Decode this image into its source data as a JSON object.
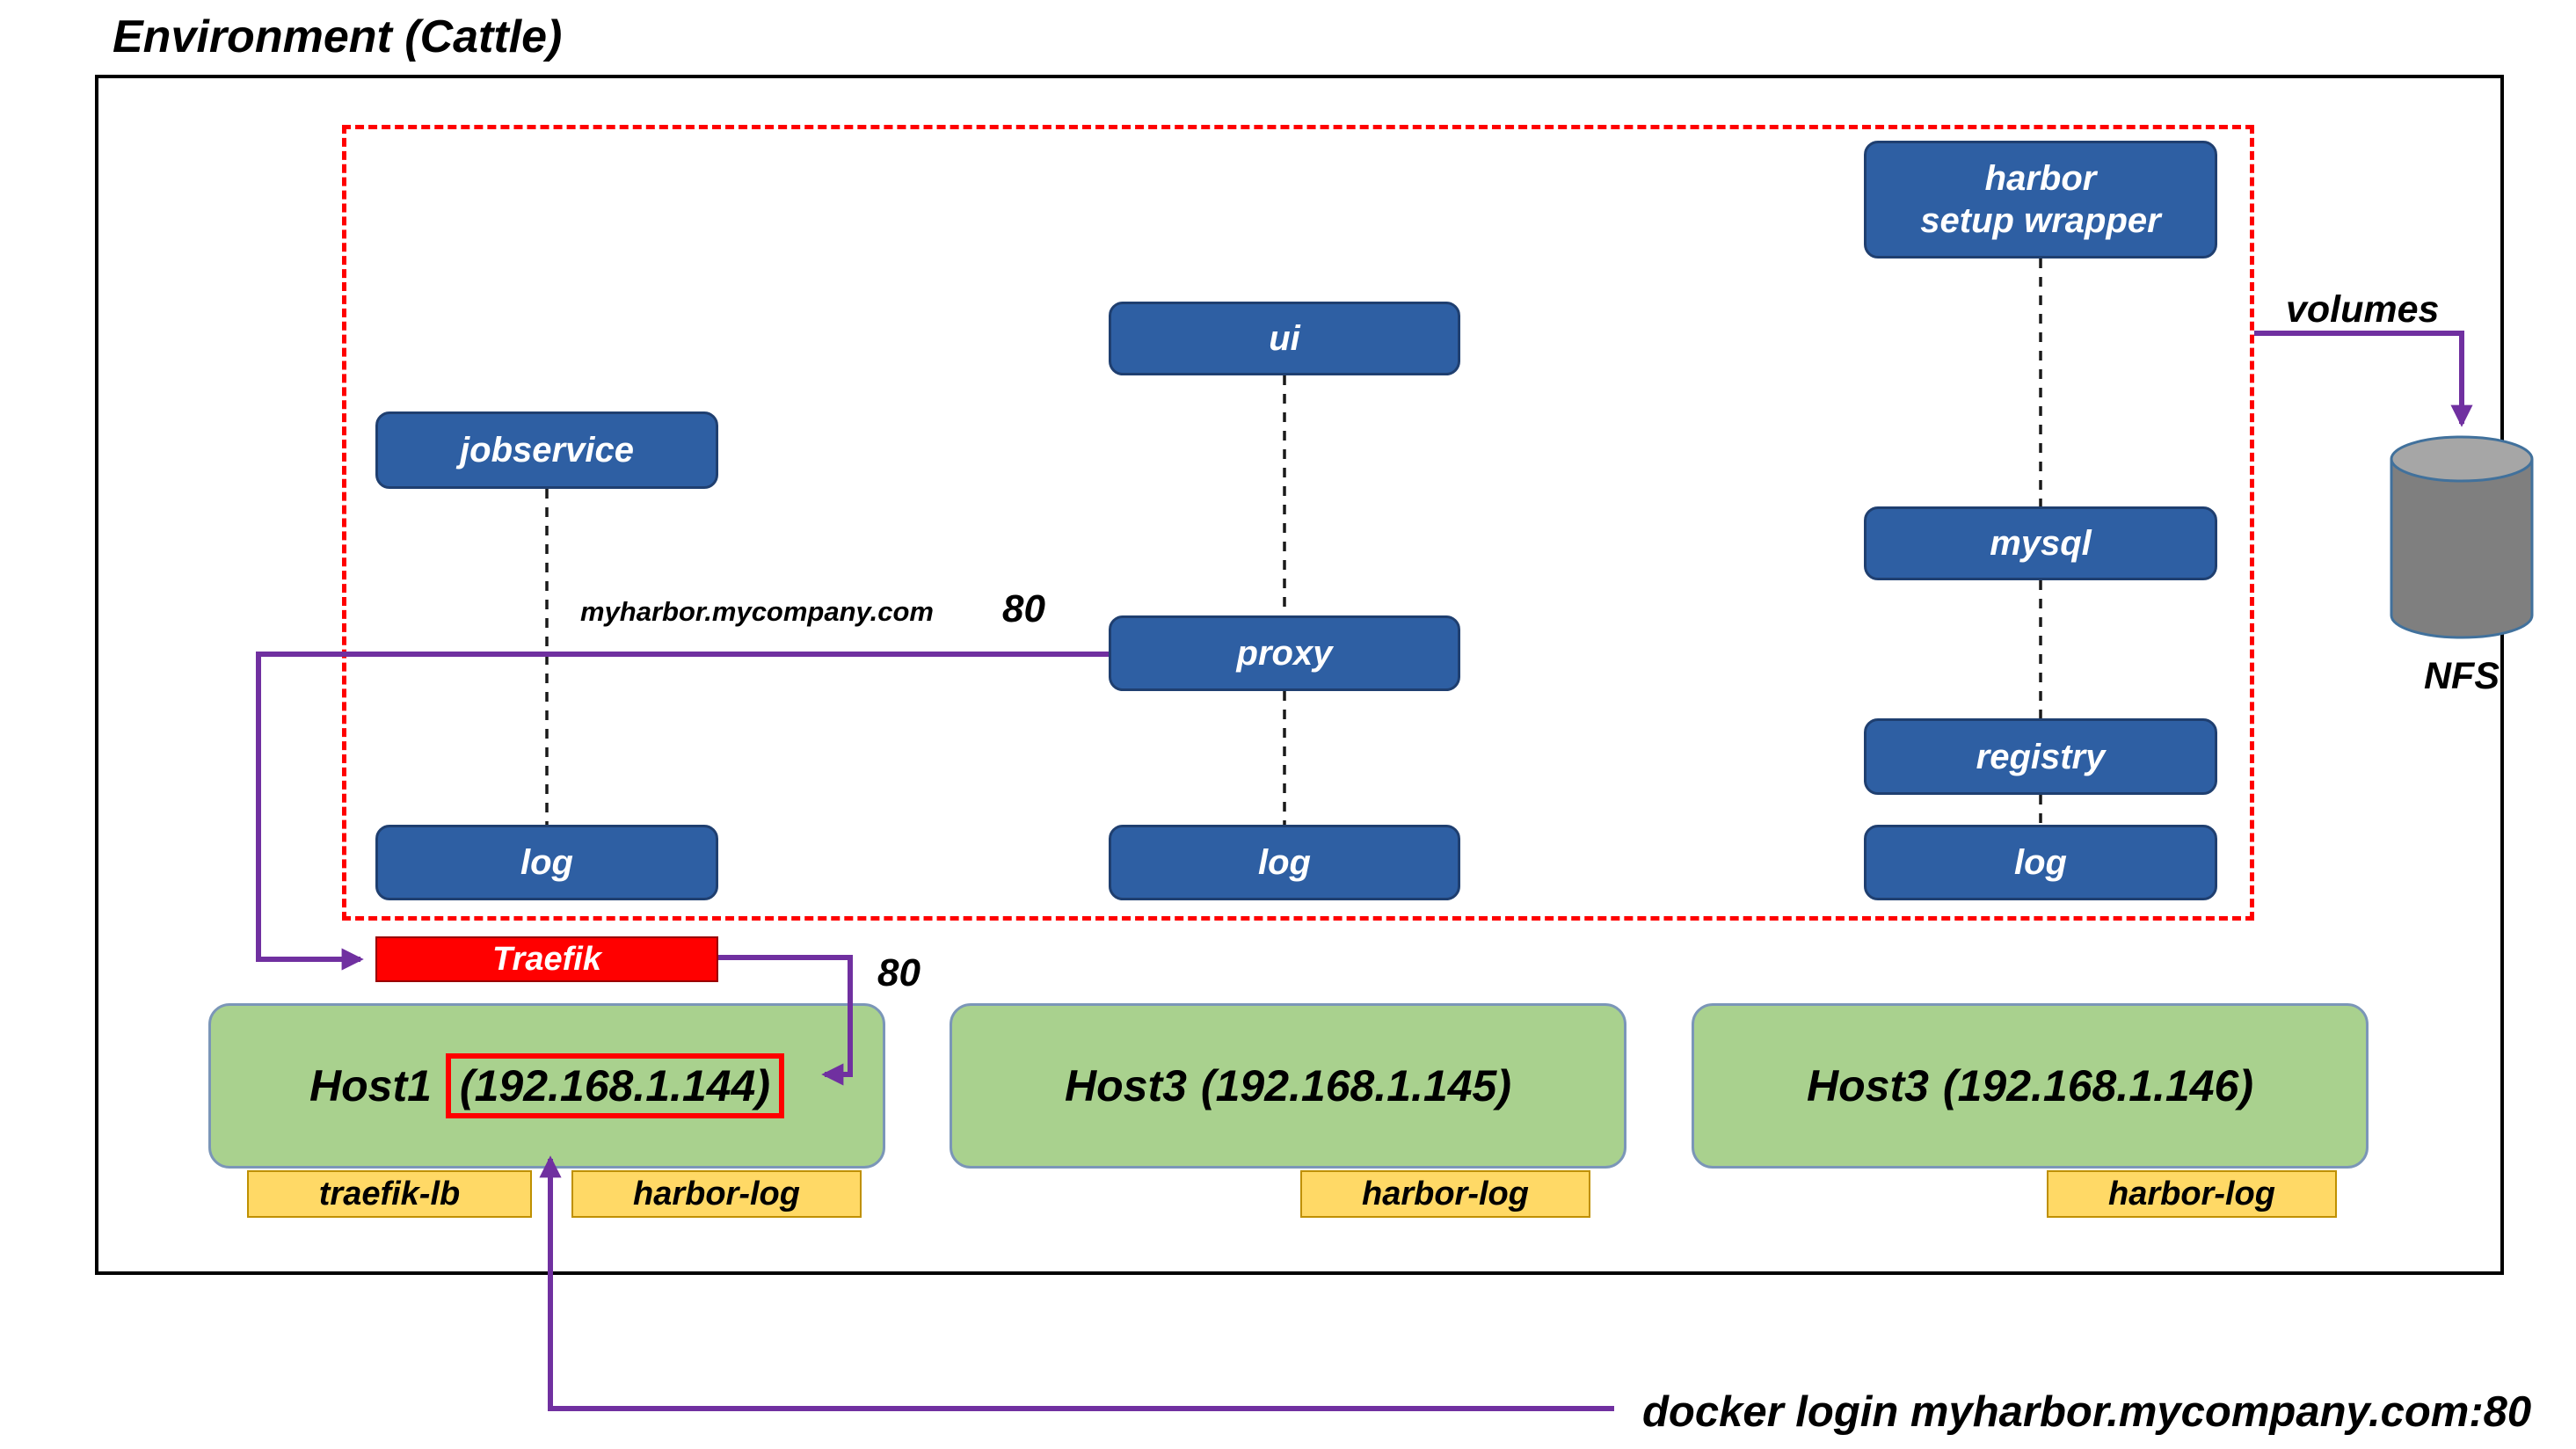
{
  "title": "Environment (Cattle)",
  "diagram": {
    "services": {
      "jobservice": "jobservice",
      "ui": "ui",
      "proxy": "proxy",
      "mysql": "mysql",
      "registry": "registry",
      "log_left": "log",
      "log_middle": "log",
      "log_right": "log",
      "setup_wrapper_line1": "harbor",
      "setup_wrapper_line2": "setup wrapper"
    },
    "traefik_label": "Traefik",
    "domain_label": "myharbor.mycompany.com",
    "proxy_port": "80",
    "traefik_port": "80",
    "volumes_label": "volumes",
    "nfs_label": "NFS",
    "docker_login": "docker login myharbor.mycompany.com:80"
  },
  "hosts": [
    {
      "name": "Host1",
      "ip": "(192.168.1.144)",
      "highlighted": true
    },
    {
      "name": "Host3",
      "ip": "(192.168.1.145)",
      "highlighted": false
    },
    {
      "name": "Host3",
      "ip": "(192.168.1.146)",
      "highlighted": false
    }
  ],
  "host_tags": {
    "traefik_lb": "traefik-lb",
    "harbor_log_1": "harbor-log",
    "harbor_log_2": "harbor-log",
    "harbor_log_3": "harbor-log"
  },
  "colors": {
    "service-blue": "#2E5FA3",
    "service-blue-border": "#1F3F70",
    "traefik-red": "#FF0000",
    "host-green": "#A9D18E",
    "host-border": "#7B96B8",
    "tag-yellow": "#FFD966",
    "tag-border": "#BF9000",
    "arrow-purple": "#7030A0",
    "dashed-red": "#FF0000",
    "nfs-gray": "#7F7F7F",
    "nfs-top-gray": "#A6A6A6",
    "nfs-border": "#41719C"
  }
}
